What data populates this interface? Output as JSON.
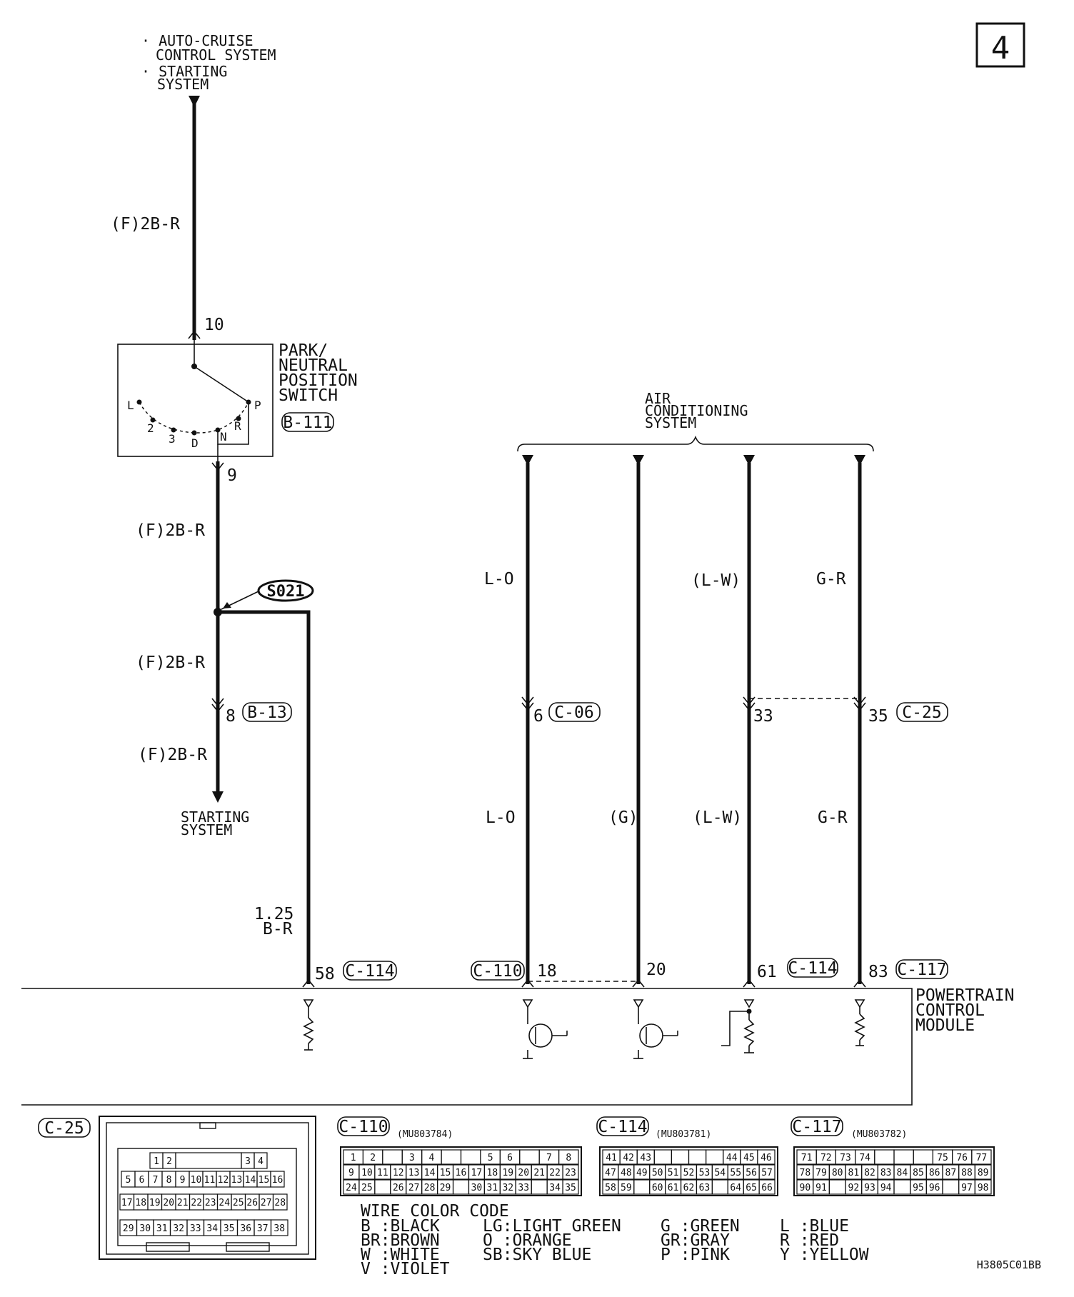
{
  "page_number": "4",
  "top_source": {
    "line1": "· AUTO-CRUISE",
    "line2": "CONTROL SYSTEM",
    "line3": "· STARTING",
    "line4": "SYSTEM"
  },
  "wires": {
    "w_top": "(F)2B-R",
    "w_mid": "(F)2B-R",
    "w_lower": "(F)2B-R",
    "w_bottom": "(F)2B-R",
    "w_branch": "1.25",
    "w_branch_color": "B-R",
    "ac_lo_upper": "L-O",
    "ac_lw_upper": "(L-W)",
    "ac_gr_upper": "G-R",
    "ac_lo_lower": "L-O",
    "ac_g_lower": "(G)",
    "ac_lw_lower": "(L-W)",
    "ac_gr_lower": "G-R"
  },
  "switch": {
    "name_l1": "PARK/",
    "name_l2": "NEUTRAL",
    "name_l3": "POSITION",
    "name_l4": "SWITCH",
    "connector": "B-111",
    "pin_top": "10",
    "pin_bottom": "9",
    "positions": [
      "L",
      "2",
      "3",
      "D",
      "N",
      "R",
      "P"
    ]
  },
  "splice": "S021",
  "junction_connector": {
    "pin": "8",
    "id": "B-13"
  },
  "starting_system": {
    "line1": "STARTING",
    "line2": "SYSTEM"
  },
  "ac_system": {
    "line1": "AIR",
    "line2": "CONDITIONING",
    "line3": "SYSTEM"
  },
  "ac_connectors": {
    "c06_pin": "6",
    "c06_id": "C-06",
    "c25_pin33": "33",
    "c25_pin35": "35",
    "c25_id": "C-25"
  },
  "pcm": {
    "line1": "POWERTRAIN",
    "line2": "CONTROL",
    "line3": "MODULE",
    "pins": [
      {
        "pin": "58",
        "conn": "C-114"
      },
      {
        "pin": "18",
        "conn": "C-110"
      },
      {
        "pin": "20",
        "conn": ""
      },
      {
        "pin": "61",
        "conn": "C-114"
      },
      {
        "pin": "83",
        "conn": "C-117"
      }
    ]
  },
  "connector_views": {
    "c25": {
      "id": "C-25",
      "row1": [
        "1",
        "2",
        "",
        "3",
        "4"
      ],
      "row2": [
        "5",
        "6",
        "7",
        "8",
        "9",
        "10",
        "11",
        "12",
        "13",
        "14",
        "15",
        "16"
      ],
      "row3": [
        "17",
        "18",
        "19",
        "20",
        "21",
        "22",
        "23",
        "24",
        "25",
        "26",
        "27",
        "28"
      ],
      "row4": [
        "29",
        "30",
        "31",
        "32",
        "33",
        "34",
        "35",
        "36",
        "37",
        "38"
      ]
    },
    "c110": {
      "id": "C-110",
      "part": "(MU803784)",
      "rows": [
        [
          "1",
          "2",
          "",
          "3",
          "4",
          "",
          "",
          "5",
          "6",
          "",
          "7",
          "8"
        ],
        [
          "9",
          "10",
          "11",
          "12",
          "13",
          "14",
          "15",
          "16",
          "17",
          "18",
          "19",
          "20",
          "21",
          "22",
          "23"
        ],
        [
          "24",
          "25",
          "",
          "26",
          "27",
          "28",
          "29",
          "",
          "30",
          "31",
          "32",
          "33",
          "",
          "34",
          "35"
        ]
      ]
    },
    "c114": {
      "id": "C-114",
      "part": "(MU803781)",
      "rows": [
        [
          "41",
          "42",
          "43",
          "",
          "",
          "",
          "",
          "44",
          "45",
          "46"
        ],
        [
          "47",
          "48",
          "49",
          "50",
          "51",
          "52",
          "53",
          "54",
          "55",
          "56",
          "57"
        ],
        [
          "58",
          "59",
          "",
          "60",
          "61",
          "62",
          "63",
          "",
          "64",
          "65",
          "66"
        ]
      ]
    },
    "c117": {
      "id": "C-117",
      "part": "(MU803782)",
      "rows": [
        [
          "71",
          "72",
          "73",
          "74",
          "",
          "",
          "",
          "75",
          "76",
          "77"
        ],
        [
          "78",
          "79",
          "80",
          "81",
          "82",
          "83",
          "84",
          "85",
          "86",
          "87",
          "88",
          "89"
        ],
        [
          "90",
          "91",
          "",
          "92",
          "93",
          "94",
          "",
          "95",
          "96",
          "",
          "97",
          "98"
        ]
      ]
    }
  },
  "color_code": {
    "title": "WIRE COLOR CODE",
    "entries": [
      [
        "B :BLACK",
        "LG:LIGHT GREEN",
        "G :GREEN",
        "L :BLUE"
      ],
      [
        "BR:BROWN",
        "O :ORANGE",
        "GR:GRAY",
        "R :RED"
      ],
      [
        "W :WHITE",
        "SB:SKY BLUE",
        "P :PINK",
        "Y :YELLOW"
      ],
      [
        "V :VIOLET",
        "",
        "",
        ""
      ]
    ]
  },
  "figure_code": "H3805C01BB"
}
